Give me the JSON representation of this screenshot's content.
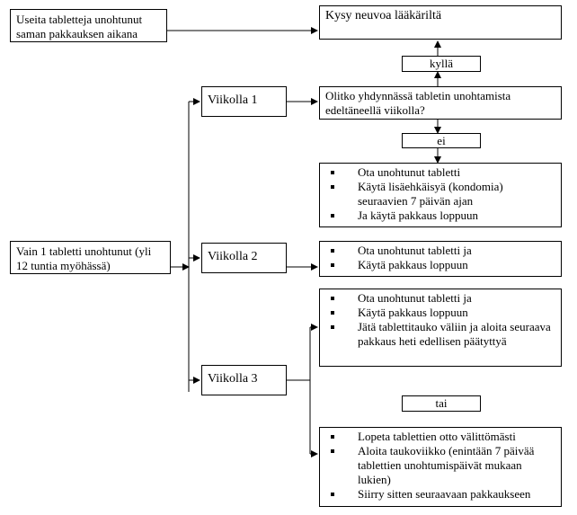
{
  "nodes": {
    "multiple_missed": "Useita tabletteja unohtunut saman pakkauksen aikana",
    "ask_doctor": "Kysy neuvoa lääkäriltä",
    "yes_label": "kyllä",
    "question_intercourse": "Olitko yhdynnässä tabletin unohtamista edeltäneellä viikolla?",
    "no_label": "ei",
    "one_missed": "Vain 1 tabletti unohtunut (yli 12 tuntia myöhässä)",
    "week1": "Viikolla 1",
    "week2": "Viikolla 2",
    "week3": "Viikolla 3",
    "or_label": "tai"
  },
  "instructions": {
    "week1": [
      "Ota unohtunut tabletti",
      "Käytä lisäehkäisyä (kondomia) seuraavien 7 päivän ajan",
      "Ja käytä pakkaus loppuun"
    ],
    "week2": [
      "Ota unohtunut tabletti ja",
      "Käytä pakkaus loppuun"
    ],
    "week3_option1": [
      "Ota unohtunut tabletti ja",
      "Käytä pakkaus loppuun",
      "Jätä tablettitauko väliin ja aloita seuraava pakkaus heti edellisen päätyttyä"
    ],
    "week3_option2": [
      "Lopeta tablettien otto välittömästi",
      "Aloita taukoviikko (enintään 7 päivää tablettien unohtumispäivät mukaan lukien)",
      "Siirry sitten seuraavaan pakkaukseen"
    ]
  }
}
